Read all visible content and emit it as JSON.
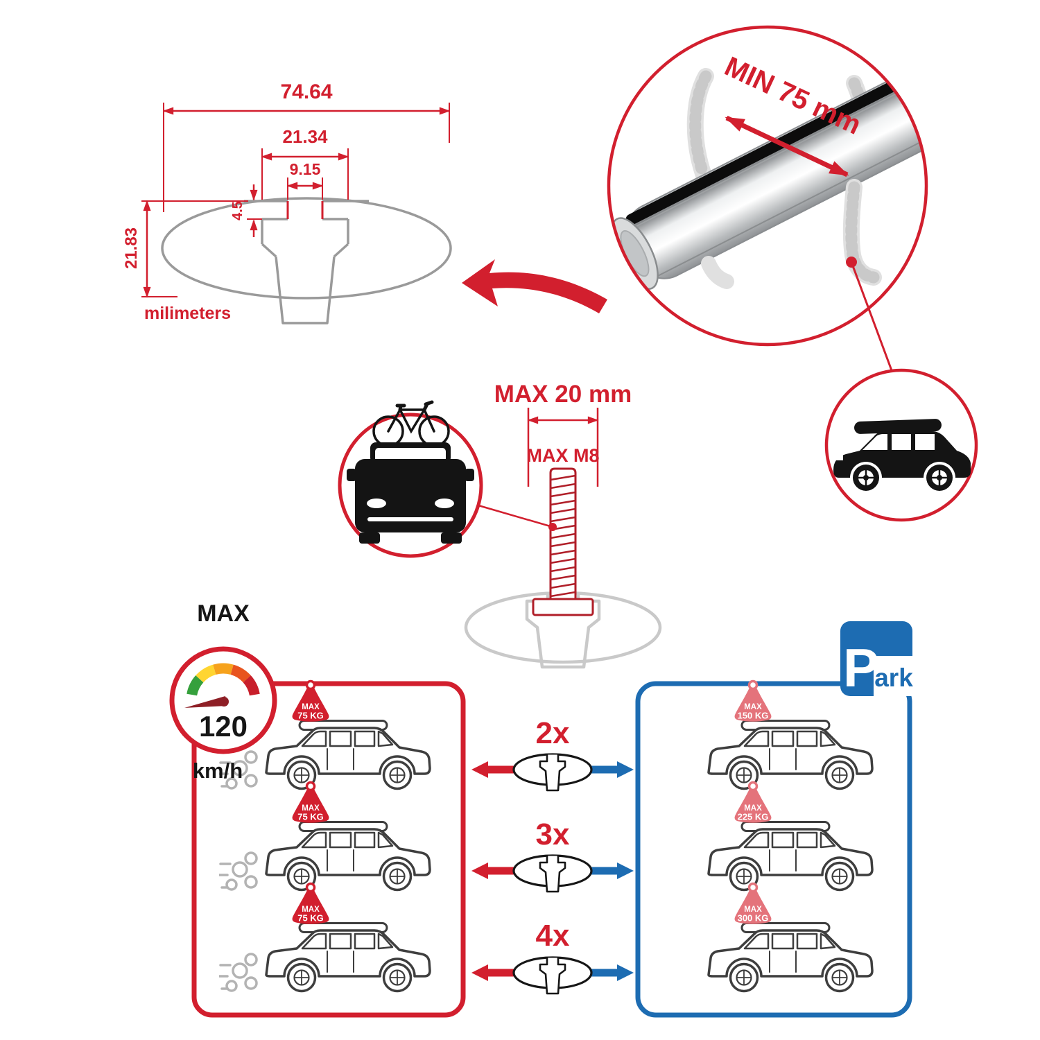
{
  "technical_drawing": {
    "total_width_mm": "74.64",
    "slot_outer_width_mm": "21.34",
    "slot_opening_width_mm": "9.15",
    "lip_thickness_mm": "4.5",
    "total_height_mm": "21.83",
    "units_label": "milimeters"
  },
  "bar_closeup": {
    "min_clamp_span": "MIN 75 mm"
  },
  "bolt_spec": {
    "max_protrusion": "MAX 20 mm",
    "max_thread": "MAX M8"
  },
  "speed_limit": {
    "label": "MAX",
    "value": "120",
    "unit": "km/h"
  },
  "parking_sign": {
    "letter": "P",
    "suffix": "ark"
  },
  "crossbar_options": [
    {
      "quantity": "2x",
      "driving": {
        "label": "MAX",
        "weight": "75 KG"
      },
      "parked": {
        "label": "MAX",
        "weight": "150 KG"
      }
    },
    {
      "quantity": "3x",
      "driving": {
        "label": "MAX",
        "weight": "75 KG"
      },
      "parked": {
        "label": "MAX",
        "weight": "225 KG"
      }
    },
    {
      "quantity": "4x",
      "driving": {
        "label": "MAX",
        "weight": "75 KG"
      },
      "parked": {
        "label": "MAX",
        "weight": "300 KG"
      }
    }
  ],
  "colors": {
    "accent_red": "#d21f2e",
    "accent_blue": "#1d6cb2",
    "parked_flag_pink": "#e4737b",
    "drawing_gray": "#9a9a9a",
    "ghost_gray": "#c9c9c9",
    "aluminum_silver": "#b9bcbe"
  }
}
